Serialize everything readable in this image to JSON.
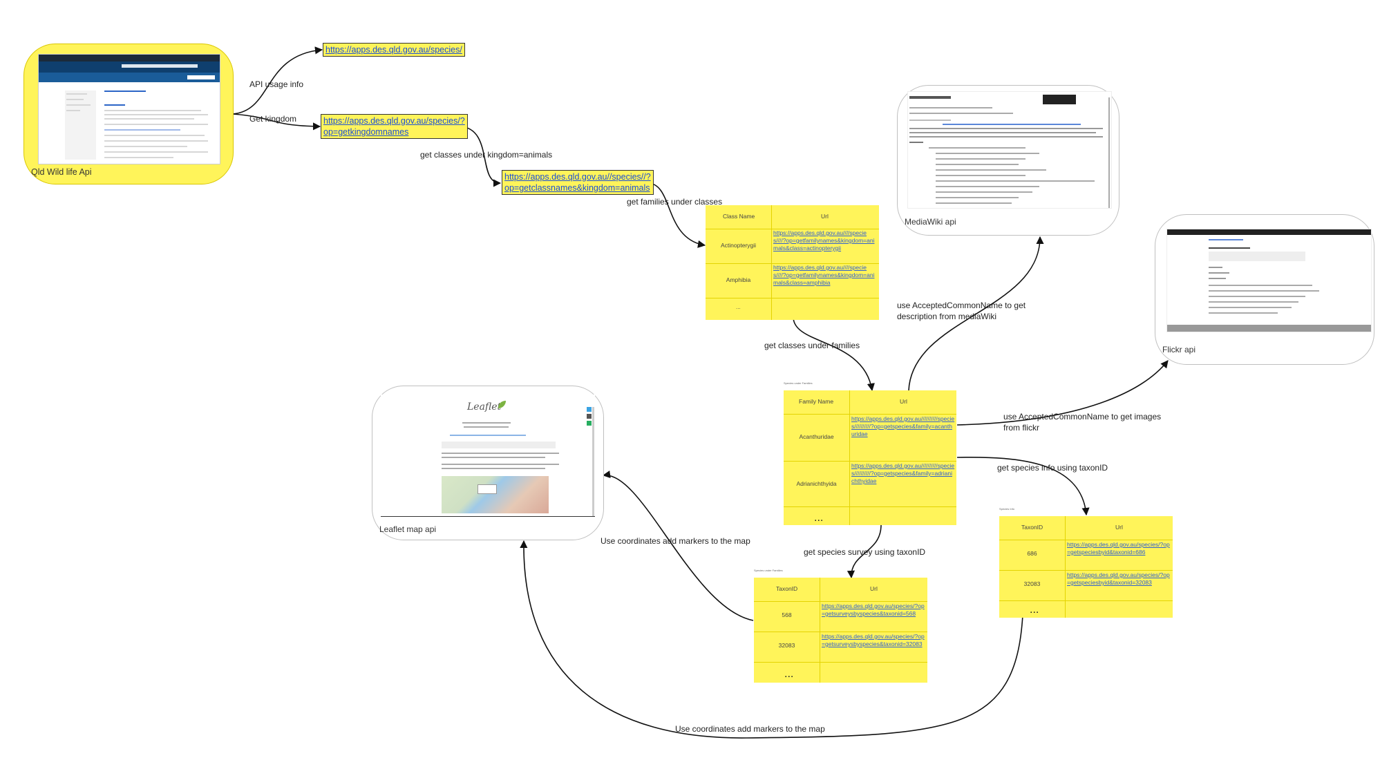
{
  "cards": {
    "qld": {
      "label": "Qld Wild life Api"
    },
    "mediawiki": {
      "label": "MediaWiki api"
    },
    "flickr": {
      "label": "Flickr api"
    },
    "leaflet": {
      "label": "Leaflet map api",
      "logo": "Leaflet"
    }
  },
  "links": {
    "species": "https://apps.des.qld.gov.au/species/",
    "kingdom_line1": "https://apps.des.qld.gov.au/species/?",
    "kingdom_line2": "op=getkingdomnames",
    "classes_line1": "https://apps.des.qld.gov.au//species//?",
    "classes_line2": "op=getclassnames&kingdom=animals"
  },
  "edges": {
    "api_usage": "API usage info",
    "get_kingdom": "Get kingdom",
    "get_classes": "get classes under kingdom=animals",
    "get_families": "get families under classes",
    "get_classes_under_families": "get classes under families",
    "mediawiki_line1": "use AcceptedCommonName to get",
    "mediawiki_line2": "description from mediaWiki",
    "flickr_line1": "use AcceptedCommonName to get images",
    "flickr_line2": "from flickr",
    "species_info": "get species info using taxonID",
    "species_survey": "get species survey using taxonID",
    "markers_1": "Use coordinates add markers to the map",
    "markers_2": "Use coordinates add markers to the map"
  },
  "class_table": {
    "headers": [
      "Class Name",
      "Url"
    ],
    "rows": [
      {
        "key": "Actinopterygii",
        "url": "https://apps.des.qld.gov.au////species////?op=getfamilynames&kingdom=animals&class=actinopterygii"
      },
      {
        "key": "Amphibia",
        "url": "https://apps.des.qld.gov.au////species////?op=getfamilynames&kingdom=animals&class=amphibia"
      }
    ],
    "ellipsis": "..."
  },
  "family_table": {
    "caption": "Species under Families",
    "headers": [
      "Family Name",
      "Url"
    ],
    "rows": [
      {
        "key": "Acanthuridae",
        "url": "https://apps.des.qld.gov.au//////////species//////////?op=getspecies&family=acanthuridae"
      },
      {
        "key": "Adrianichthyida",
        "url": "https://apps.des.qld.gov.au//////////species//////////?op=getspecies&family=adrianichthyidae"
      }
    ],
    "ellipsis": "..."
  },
  "survey_table": {
    "caption": "Species under Families",
    "headers": [
      "TaxonID",
      "Url"
    ],
    "rows": [
      {
        "key": "568",
        "url": "https://apps.des.qld.gov.au/species/?op=getsurveysbyspecies&taxonid=568"
      },
      {
        "key": "32083",
        "url": "https://apps.des.qld.gov.au/species/?op=getsurveysbyspecies&taxonid=32083"
      }
    ],
    "ellipsis": "..."
  },
  "info_table": {
    "caption": "Species Info",
    "headers": [
      "TaxonID",
      "Url"
    ],
    "rows": [
      {
        "key": "686",
        "url": "https://apps.des.qld.gov.au/species/?op=getspeciesbyid&taxonid=686"
      },
      {
        "key": "32083",
        "url": "https://apps.des.qld.gov.au/species/?op=getspeciesbyid&taxonid=32083"
      }
    ],
    "ellipsis": "..."
  },
  "colors": {
    "sticky_yellow": "#fff45a",
    "link_blue": "#1a4fd6",
    "connector": "#111111"
  }
}
